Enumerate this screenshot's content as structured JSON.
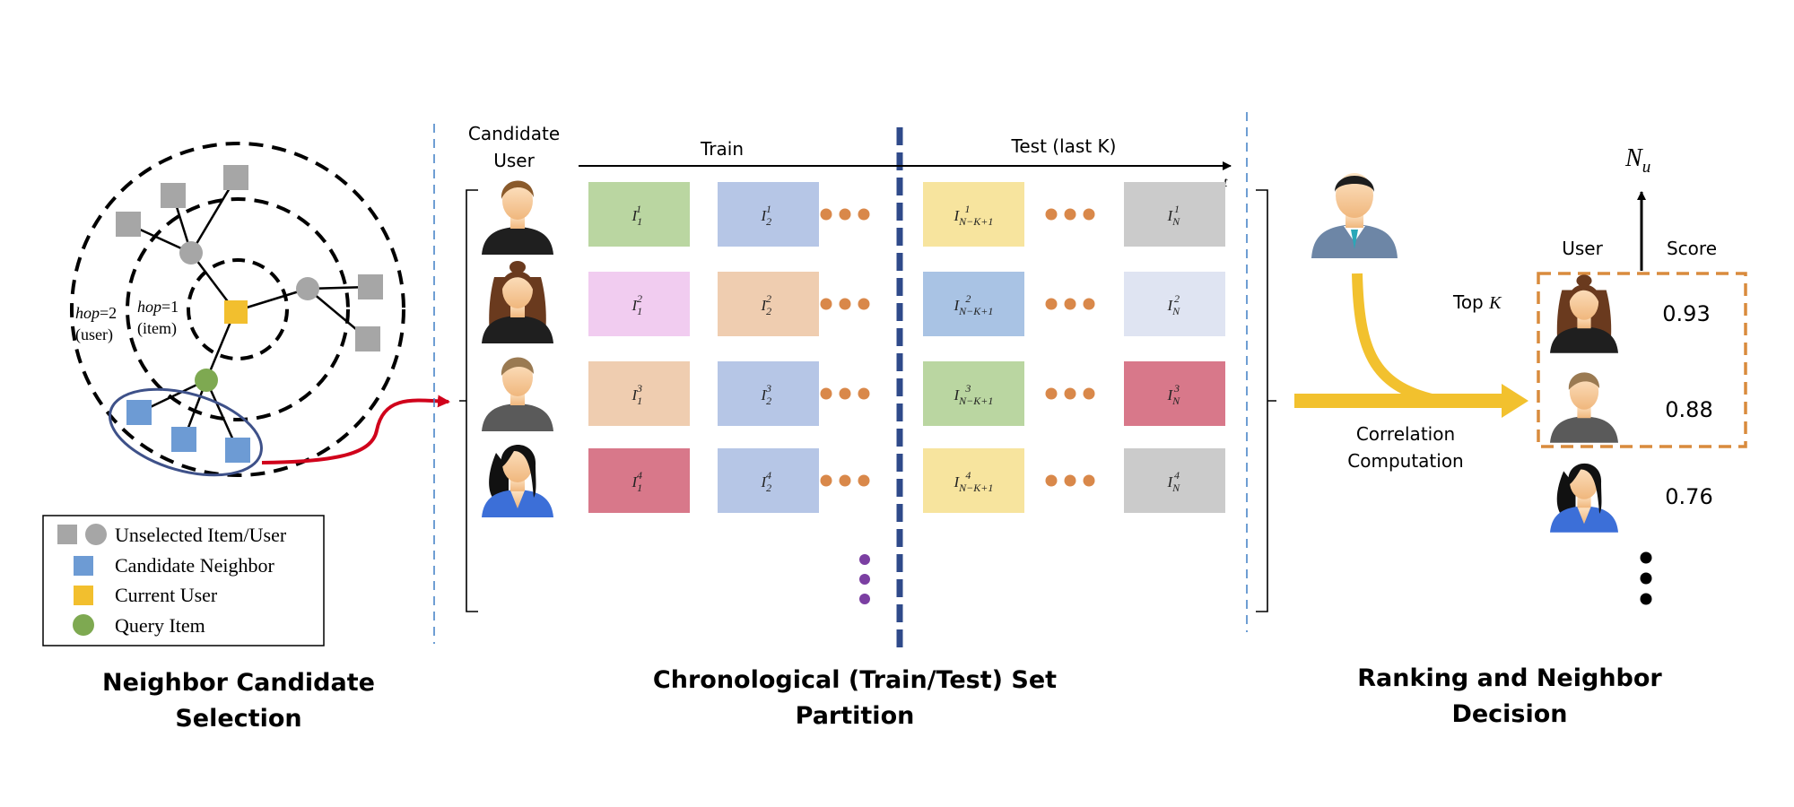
{
  "sections": {
    "neighbor_selection": {
      "title_line1": "Neighbor Candidate",
      "title_line2": "Selection"
    },
    "partition": {
      "title_line1": "Chronological (Train/Test) Set",
      "title_line2": "Partition"
    },
    "ranking": {
      "title_line1": "Ranking and Neighbor",
      "title_line2": "Decision"
    }
  },
  "graph": {
    "hop2_label": "hop=2",
    "hop2_sub": "(user)",
    "hop1_label": "hop=1",
    "hop1_sub": "(item)"
  },
  "legend": {
    "items": [
      {
        "label": "Unselected Item/User",
        "color": "#a6a6a6"
      },
      {
        "label": "Candidate Neighbor",
        "color": "#6d9bd4"
      },
      {
        "label": "Current User",
        "color": "#f2bf2e"
      },
      {
        "label": "Query Item",
        "color": "#7ea951"
      }
    ]
  },
  "timeline": {
    "candidate_user_line1": "Candidate",
    "candidate_user_line2": "User",
    "train_label": "Train",
    "test_label": "Test (last K)",
    "time_axis_label": "t"
  },
  "matrix": {
    "rows": [
      {
        "user": "man-brown-hair",
        "cells": [
          {
            "sym": "I",
            "sub": "1",
            "sup": "1",
            "color": "#bad6a1"
          },
          {
            "sym": "I",
            "sub": "2",
            "sup": "1",
            "color": "#b6c6e6"
          },
          {
            "sym": "I",
            "sub": "N−K+1",
            "sup": "1",
            "color": "#f7e49e"
          },
          {
            "sym": "I",
            "sub": "N",
            "sup": "1",
            "color": "#cbcbcb"
          }
        ]
      },
      {
        "user": "woman-long-hair",
        "cells": [
          {
            "sym": "I",
            "sub": "1",
            "sup": "2",
            "color": "#f1ccf0"
          },
          {
            "sym": "I",
            "sub": "2",
            "sup": "2",
            "color": "#efcdb0"
          },
          {
            "sym": "I",
            "sub": "N−K+1",
            "sup": "2",
            "color": "#a9c3e4"
          },
          {
            "sym": "I",
            "sub": "N",
            "sup": "2",
            "color": "#dfe4f2"
          }
        ]
      },
      {
        "user": "man-grey-shirt",
        "cells": [
          {
            "sym": "I",
            "sub": "1",
            "sup": "3",
            "color": "#efcdb0"
          },
          {
            "sym": "I",
            "sub": "2",
            "sup": "3",
            "color": "#b6c6e6"
          },
          {
            "sym": "I",
            "sub": "N−K+1",
            "sup": "3",
            "color": "#bad6a1"
          },
          {
            "sym": "I",
            "sub": "N",
            "sup": "3",
            "color": "#d8788a"
          }
        ]
      },
      {
        "user": "woman-black-hair",
        "cells": [
          {
            "sym": "I",
            "sub": "1",
            "sup": "4",
            "color": "#d8788a"
          },
          {
            "sym": "I",
            "sub": "2",
            "sup": "4",
            "color": "#b6c6e6"
          },
          {
            "sym": "I",
            "sub": "N−K+1",
            "sup": "4",
            "color": "#f7e49e"
          },
          {
            "sym": "I",
            "sub": "N",
            "sup": "4",
            "color": "#cbcbcb"
          }
        ]
      }
    ],
    "dot_color": "#d9884a",
    "vdot_color": "#7b3fa2"
  },
  "ranking": {
    "correlation_line1": "Correlation",
    "correlation_line2": "Computation",
    "topk_label": "Top ",
    "topk_var": "K",
    "output_symbol": "N",
    "output_sub": "u",
    "user_header": "User",
    "score_header": "Score",
    "scores": [
      "0.93",
      "0.88",
      "0.76"
    ],
    "arrow_color": "#f2c12e",
    "box_color": "#d98b3d"
  }
}
